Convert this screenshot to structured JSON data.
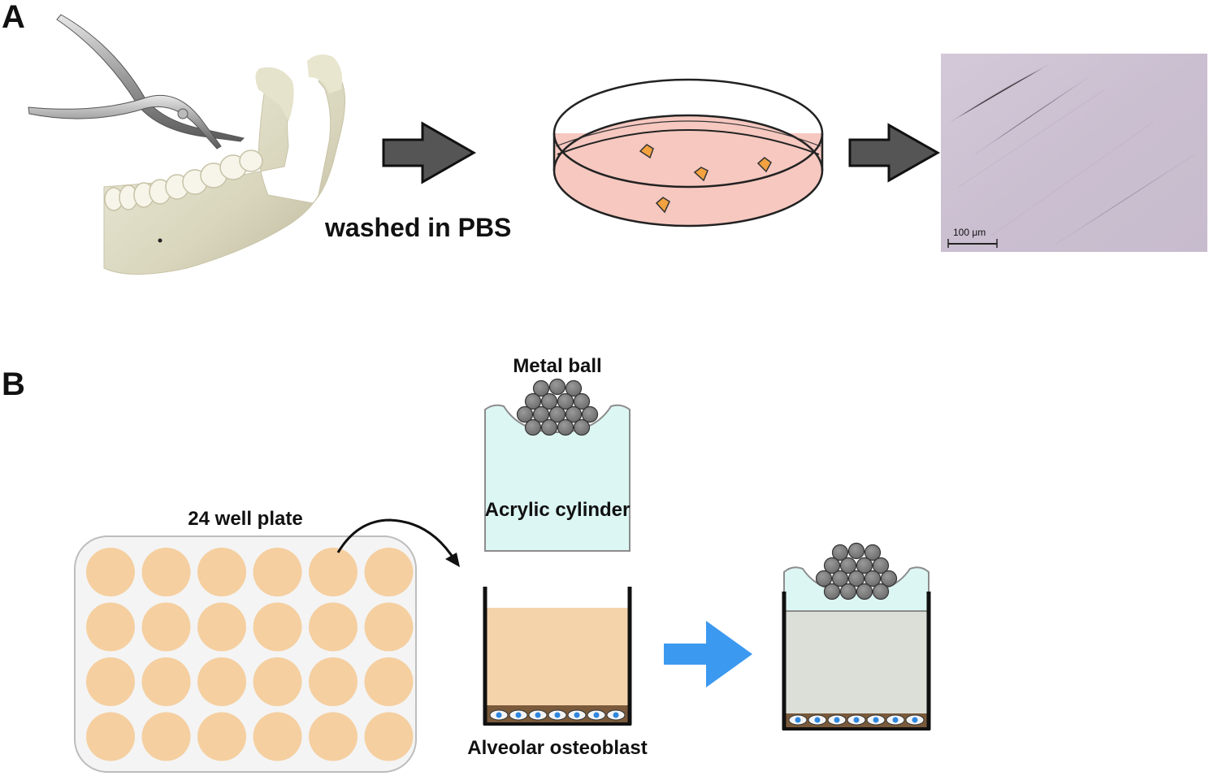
{
  "panel_a": {
    "label": "A",
    "step_label": "washed in PBS",
    "scale_bar": "100 μm"
  },
  "panel_b": {
    "label": "B",
    "plate_label": "24 well plate",
    "ball_label": "Metal ball",
    "cylinder_label": "Acrylic cylinder",
    "cells_label": "Alveolar osteoblast",
    "wells": {
      "rows": 4,
      "cols": 6
    }
  },
  "colors": {
    "dark_arrow": "#555555",
    "blue_arrow": "#3c99f0",
    "dish_medium": "#f6c8c0",
    "fragment": "#f3a23f",
    "well_fill": "#f5cfa0",
    "plate_fill": "#f4f4f4",
    "cylinder_fill": "#dcf6f3",
    "metal_ball": "#7a7a7a",
    "after_medium": "#dcdfd8",
    "micrograph": "#cec3d3"
  }
}
